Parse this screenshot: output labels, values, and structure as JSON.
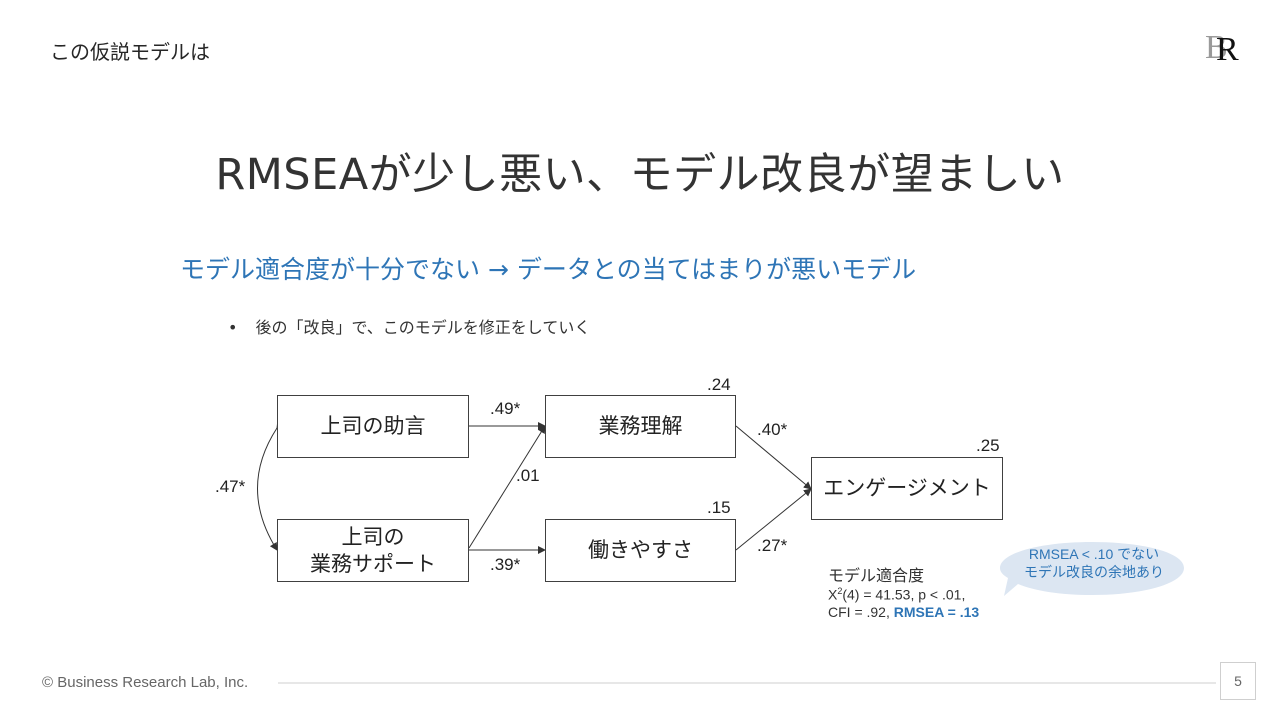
{
  "header": {
    "section_title": "この仮説モデルは",
    "logo_text": "BR"
  },
  "title": "RMSEAが少し悪い、モデル改良が望ましい",
  "subtitle": "モデル適合度が十分でない → データとの当てはまりが悪いモデル",
  "bullet": {
    "symbol": "•",
    "text": "後の「改良」で、このモデルを修正をしていく"
  },
  "diagram": {
    "nodes": {
      "advice": "上司の助言",
      "support_line1": "上司の",
      "support_line2": "業務サポート",
      "understanding": "業務理解",
      "workability": "働きやすさ",
      "engagement": "エンゲージメント"
    },
    "coefficients": {
      "advice_to_understanding": ".49*",
      "support_to_understanding": ".01",
      "support_to_workability": ".39*",
      "covariance": ".47*",
      "understanding_to_engagement": ".40*",
      "workability_to_engagement": ".27*"
    },
    "r_squared": {
      "understanding": ".24",
      "workability": ".15",
      "engagement": ".25"
    }
  },
  "fit": {
    "title": "モデル適合度",
    "chi_prefix": "X",
    "chi_sup": "2",
    "chi_rest": "(4) = 41.53, p < .01,",
    "cfi": "CFI = .92, ",
    "rmsea": "RMSEA = .13"
  },
  "callout": {
    "line1": "RMSEA < .10 でない",
    "line2": "モデル改良の余地あり",
    "bg_color": "#dce6f2",
    "text_color": "#2e75b6"
  },
  "footer": {
    "copyright": "© Business Research Lab, Inc.",
    "page_number": "5"
  }
}
